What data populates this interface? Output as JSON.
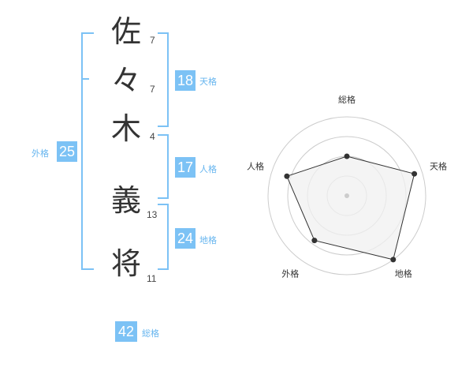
{
  "name": {
    "chars": [
      {
        "char": "佐",
        "strokes": "7"
      },
      {
        "char": "々",
        "strokes": "7"
      },
      {
        "char": "木",
        "strokes": "4"
      },
      {
        "char": "義",
        "strokes": "13"
      },
      {
        "char": "将",
        "strokes": "11"
      }
    ]
  },
  "fortunes": {
    "tenkaku": {
      "value": "18",
      "label": "天格"
    },
    "jinkaku": {
      "value": "17",
      "label": "人格"
    },
    "chikaku": {
      "value": "24",
      "label": "地格"
    },
    "gaikaku": {
      "value": "25",
      "label": "外格"
    },
    "soukaku": {
      "value": "42",
      "label": "総格"
    }
  },
  "colors": {
    "accent": "#7cc2f5",
    "label": "#66b5ef",
    "text": "#333333",
    "radar_fill": "#f0f0f0",
    "radar_grid": "#cccccc"
  },
  "chart_data": {
    "type": "radar",
    "axes": [
      "総格",
      "天格",
      "地格",
      "外格",
      "人格"
    ],
    "values": [
      0.5,
      0.9,
      1.0,
      0.7,
      0.8
    ],
    "range": [
      0,
      1
    ],
    "rings": 4
  }
}
